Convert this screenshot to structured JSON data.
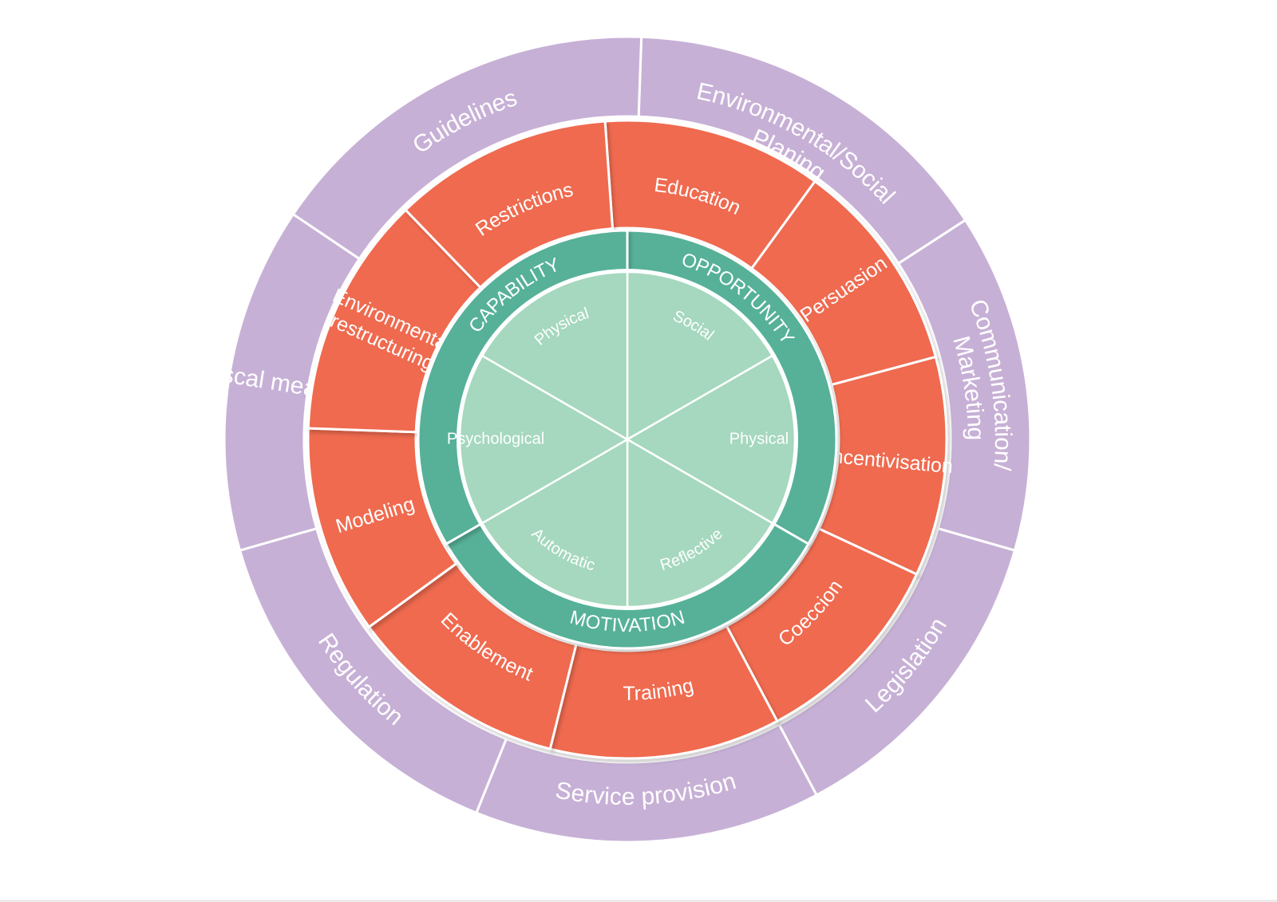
{
  "colors": {
    "policy": "#c7b0d6",
    "intervention": "#ef6b50",
    "source": "#56b198",
    "component": "#a5d8be",
    "divider": "#ffffff",
    "label": "#ffffff"
  },
  "policy_categories": [
    [
      "Environmental/Social",
      "Planing"
    ],
    [
      "Communication/",
      "Marketing"
    ],
    [
      "Legislation"
    ],
    [
      "Service provision"
    ],
    [
      "Regulation"
    ],
    [
      "Fiscal measures"
    ],
    [
      "Guidelines"
    ]
  ],
  "intervention_functions": [
    [
      "Education"
    ],
    [
      "Persuasion"
    ],
    [
      "Incentivisation"
    ],
    [
      "Coeccion"
    ],
    [
      "Training"
    ],
    [
      "Enablement"
    ],
    [
      "Modeling"
    ],
    [
      "Environmental",
      "restructuring"
    ],
    [
      "Restrictions"
    ]
  ],
  "sources": [
    "OPPORTUNITY",
    "MOTIVATION",
    "CAPABILITY"
  ],
  "components": [
    "Social",
    "Physical",
    "Reflective",
    "Automatic",
    "Psychological",
    "Physical"
  ]
}
